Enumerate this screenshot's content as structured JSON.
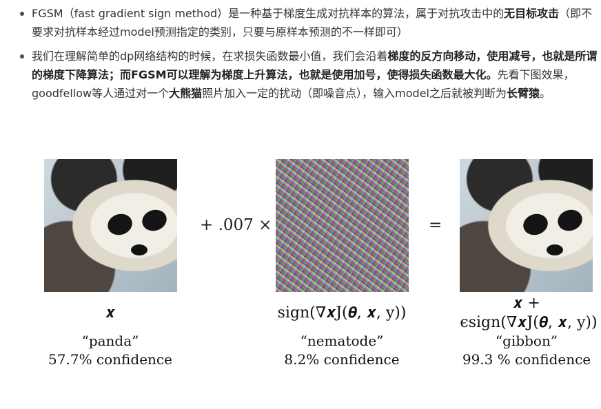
{
  "bullets": [
    {
      "segments": [
        {
          "text": "FGSM（fast gradient sign method）是一种基于梯度生成对抗样本的算法，属于对抗攻击中的",
          "bold": false
        },
        {
          "text": "无目标攻击",
          "bold": true
        },
        {
          "text": "（即不要求对抗样本经过model预测指定的类别，只要与原样本预测的不一样即可）",
          "bold": false
        }
      ]
    },
    {
      "segments": [
        {
          "text": "我们在理解简单的dp网络结构的时候，在求损失函数最小值，我们会沿着",
          "bold": false
        },
        {
          "text": "梯度的反方向移动，使用减号，也就是所谓的梯度下降算法；而FGSM可以理解为梯度上升算法，也就是使用加号，使得损失函数最大化。",
          "bold": true
        },
        {
          "text": "先看下图效果，goodfellow等人通过对一个",
          "bold": false
        },
        {
          "text": "大熊猫",
          "bold": true
        },
        {
          "text": "照片加入一定的扰动（即噪音点），输入model之后就被判断为",
          "bold": false
        },
        {
          "text": "长臂猿",
          "bold": true
        },
        {
          "text": "。",
          "bold": false
        }
      ]
    }
  ],
  "figure": {
    "operator_plus": "+ .007 ×",
    "operator_equals": "=",
    "panels": [
      {
        "math": "𝒙",
        "label": "“panda”",
        "confidence": "57.7% confidence"
      },
      {
        "math": "sign(∇𝒙J(𝜽, 𝒙, y))",
        "label": "“nematode”",
        "confidence": "8.2% confidence"
      },
      {
        "math_line1": "𝒙 +",
        "math_line2": "ϵsign(∇𝒙J(𝜽, 𝒙, y))",
        "label": "“gibbon”",
        "confidence": "99.3 % confidence"
      }
    ]
  }
}
